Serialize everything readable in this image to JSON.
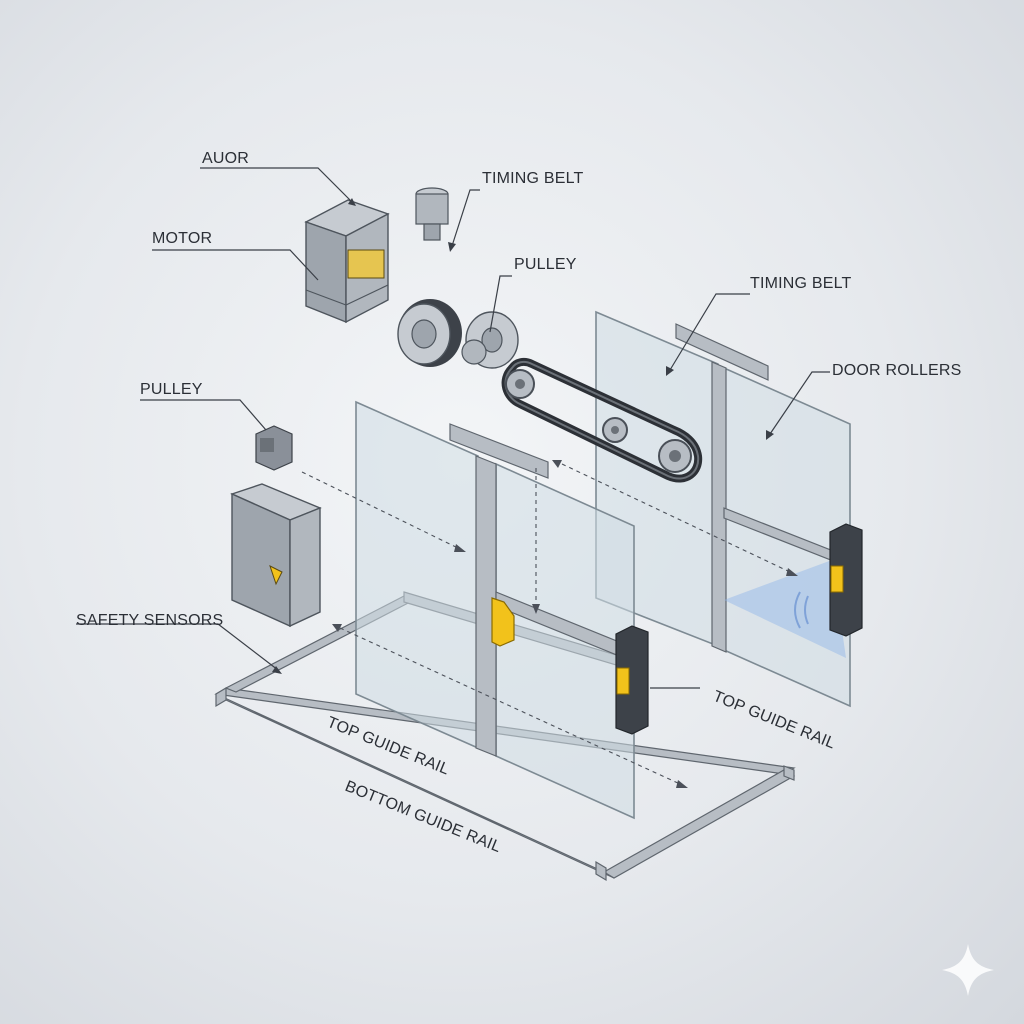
{
  "labels": {
    "auor": "AUOR",
    "motor": "MOTOR",
    "timing_belt_top": "TIMING BELT",
    "pulley_top": "PULLEY",
    "timing_belt_right": "TIMING BELT",
    "door_rollers": "DOOR ROLLERS",
    "pulley_left": "PULLEY",
    "safety_sensors": "SAFETY SENSORS",
    "top_guide_rail_right": "TOP GUIDE RAIL",
    "top_guide_rail_bottom": "TOP GUIDE RAIL",
    "bottom_guide_rail": "BOTTOM GUIDE RAIL"
  },
  "colors": {
    "accent_yellow": "#f2c21b",
    "sensor_beam": "#8fb4e8",
    "glass": "#cfdde3"
  },
  "icons": {
    "watermark": "sparkle-icon"
  }
}
